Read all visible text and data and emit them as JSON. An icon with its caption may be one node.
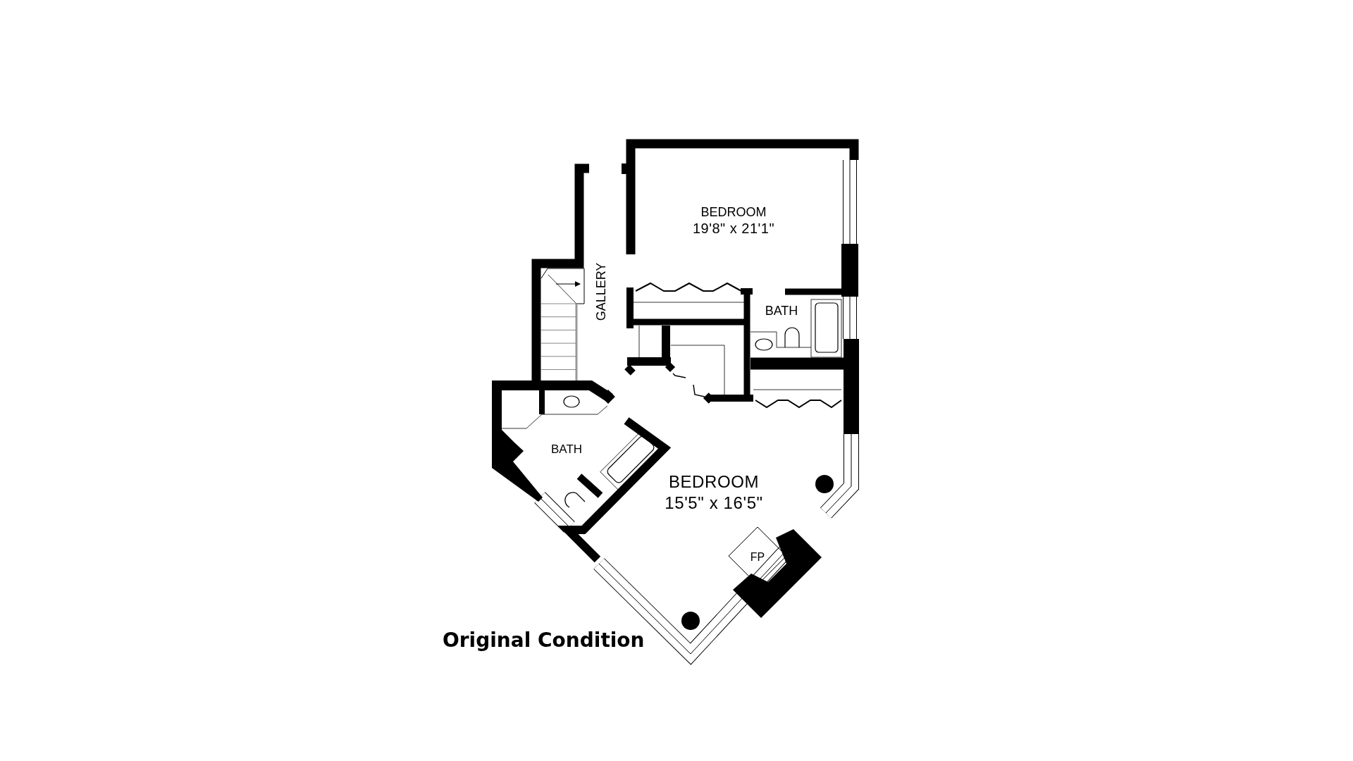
{
  "diagram": {
    "caption": "Original Condition",
    "labels": [
      "BEDROOM",
      "19'8\" x 21'1\"",
      "GALLERY",
      "BATH",
      "BATH",
      "BEDROOM",
      "15'5\" x 16'5\"",
      "FP"
    ]
  }
}
